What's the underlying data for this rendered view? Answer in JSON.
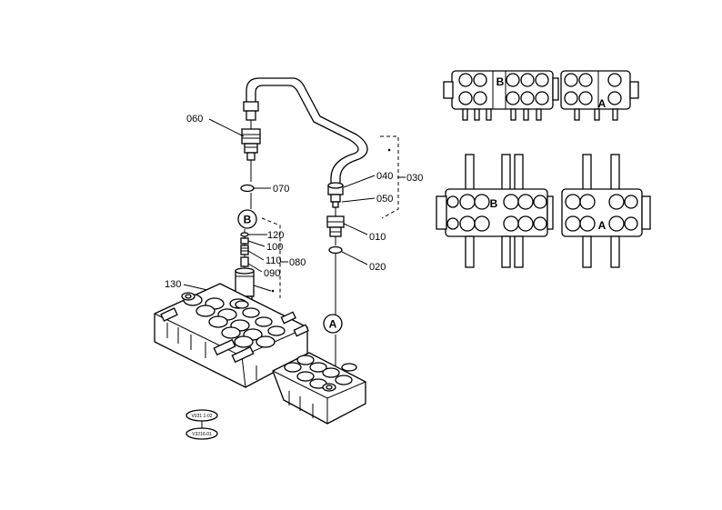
{
  "part_labels": {
    "p060": "060",
    "p070": "070",
    "p120": "120",
    "p100": "100",
    "p110": "110",
    "p080": "080",
    "p090": "090",
    "p130": "130",
    "p040": "040",
    "p030": "030",
    "p050": "050",
    "p010": "010",
    "p020": "020"
  },
  "callouts": {
    "b_marker": "B",
    "a_marker": "A",
    "top_view_b": "B",
    "top_view_a": "A",
    "side_view_b": "B",
    "side_view_a": "A"
  },
  "stamps": {
    "upper": "V031 1-02",
    "lower": "V3216-01"
  }
}
